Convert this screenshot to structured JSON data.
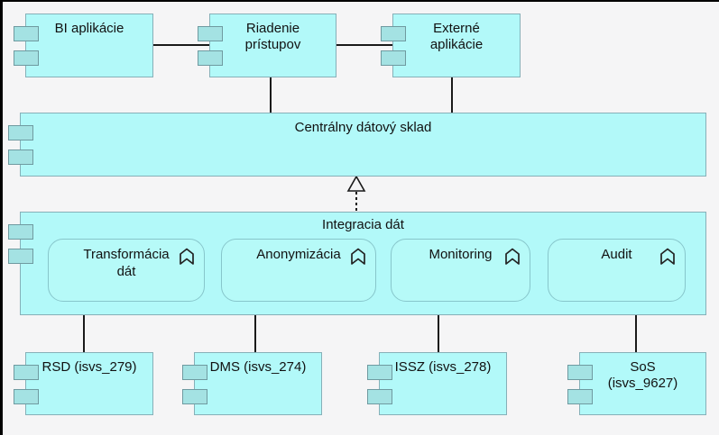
{
  "colors": {
    "background": "#f5f5f6",
    "node_fill": "#b2f9f9",
    "node_border": "#86b0b8",
    "port_fill": "#a4e2e3",
    "line": "#1a1a1a"
  },
  "nodes": {
    "bi": {
      "label": "BI aplikácie"
    },
    "riadenie": {
      "label": "Riadenie prístupov"
    },
    "externe": {
      "label": "Externé aplikácie"
    },
    "centralny": {
      "label": "Centrálny dátový sklad"
    },
    "integracia": {
      "label": "Integracia dát"
    },
    "transformacia": {
      "label": "Transformácia dát"
    },
    "anonymizacia": {
      "label": "Anonymizácia"
    },
    "monitoring": {
      "label": "Monitoring"
    },
    "audit": {
      "label": "Audit"
    },
    "rsd": {
      "label": "RSD (isvs_279)"
    },
    "dms": {
      "label": "DMS (isvs_274)"
    },
    "issz": {
      "label": "ISSZ (isvs_278)"
    },
    "sos": {
      "label": "SoS (isvs_9627)"
    }
  }
}
